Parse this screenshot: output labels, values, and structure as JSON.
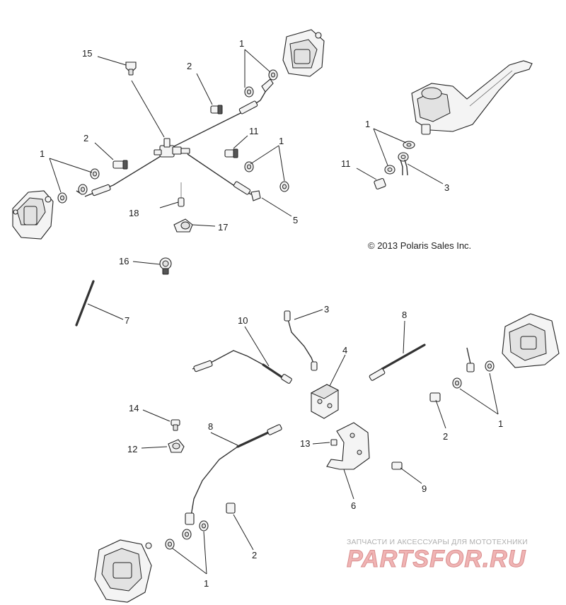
{
  "copyright": "© 2013 Polaris Sales Inc.",
  "watermark": {
    "tagline": "ЗАПЧАСТИ И АКСЕССУАРЫ ДЛЯ МОТОТЕХНИКИ",
    "logo": "PARTSFOR.RU"
  },
  "callouts": {
    "c15": "15",
    "c2a": "2",
    "c1a": "1",
    "c2b": "2",
    "c1b": "1",
    "c11a": "11",
    "c1c": "1",
    "c18": "18",
    "c17": "17",
    "c5": "5",
    "c16": "16",
    "c7": "7",
    "c1d": "1",
    "c11b": "11",
    "c3a": "3",
    "c10": "10",
    "c3b": "3",
    "c8a": "8",
    "c4": "4",
    "c2c": "2",
    "c1e": "1",
    "c14": "14",
    "c12": "12",
    "c8b": "8",
    "c13": "13",
    "c6": "6",
    "c9": "9",
    "c2d": "2",
    "c1f": "1"
  }
}
